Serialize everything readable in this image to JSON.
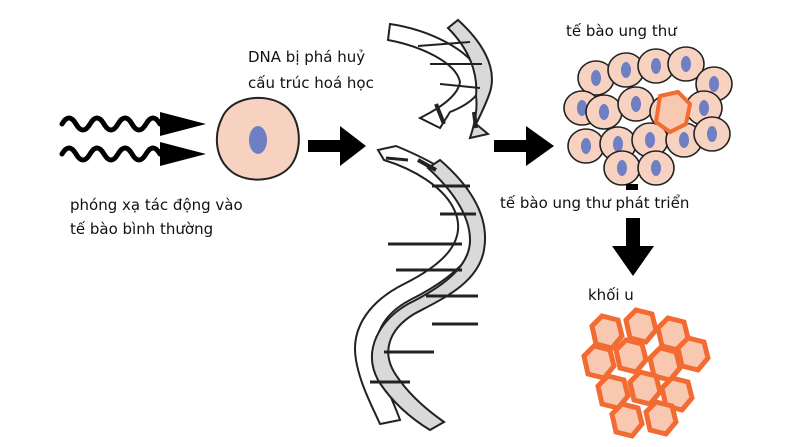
{
  "labels": {
    "radiation": [
      "phóng xạ tác động vào",
      "tế bào bình thường"
    ],
    "dna_damage": [
      "DNA bị phá huỷ",
      "cấu trúc hoá học"
    ],
    "cancer_cell": "tế bào ung thư",
    "cancer_growth": "tế bào ung thư phát triển",
    "tumor": "khối u"
  },
  "colors": {
    "cell_fill": "#f8d2c0",
    "cell_nucleus": "#6f7fc4",
    "tumor_cell_stroke": "#f26b32",
    "tumor_cell_fill": "#f9c8b0",
    "outline": "#222222",
    "arrow": "#000000",
    "dna_strand_fill": "#ffffff",
    "dna_strand_shade": "#d9d9d9"
  },
  "icons": [
    "radiation-wave-icon",
    "normal-cell-icon",
    "dna-helix-icon",
    "cancer-cell-cluster-icon",
    "tumor-icon",
    "process-arrow-icon"
  ]
}
